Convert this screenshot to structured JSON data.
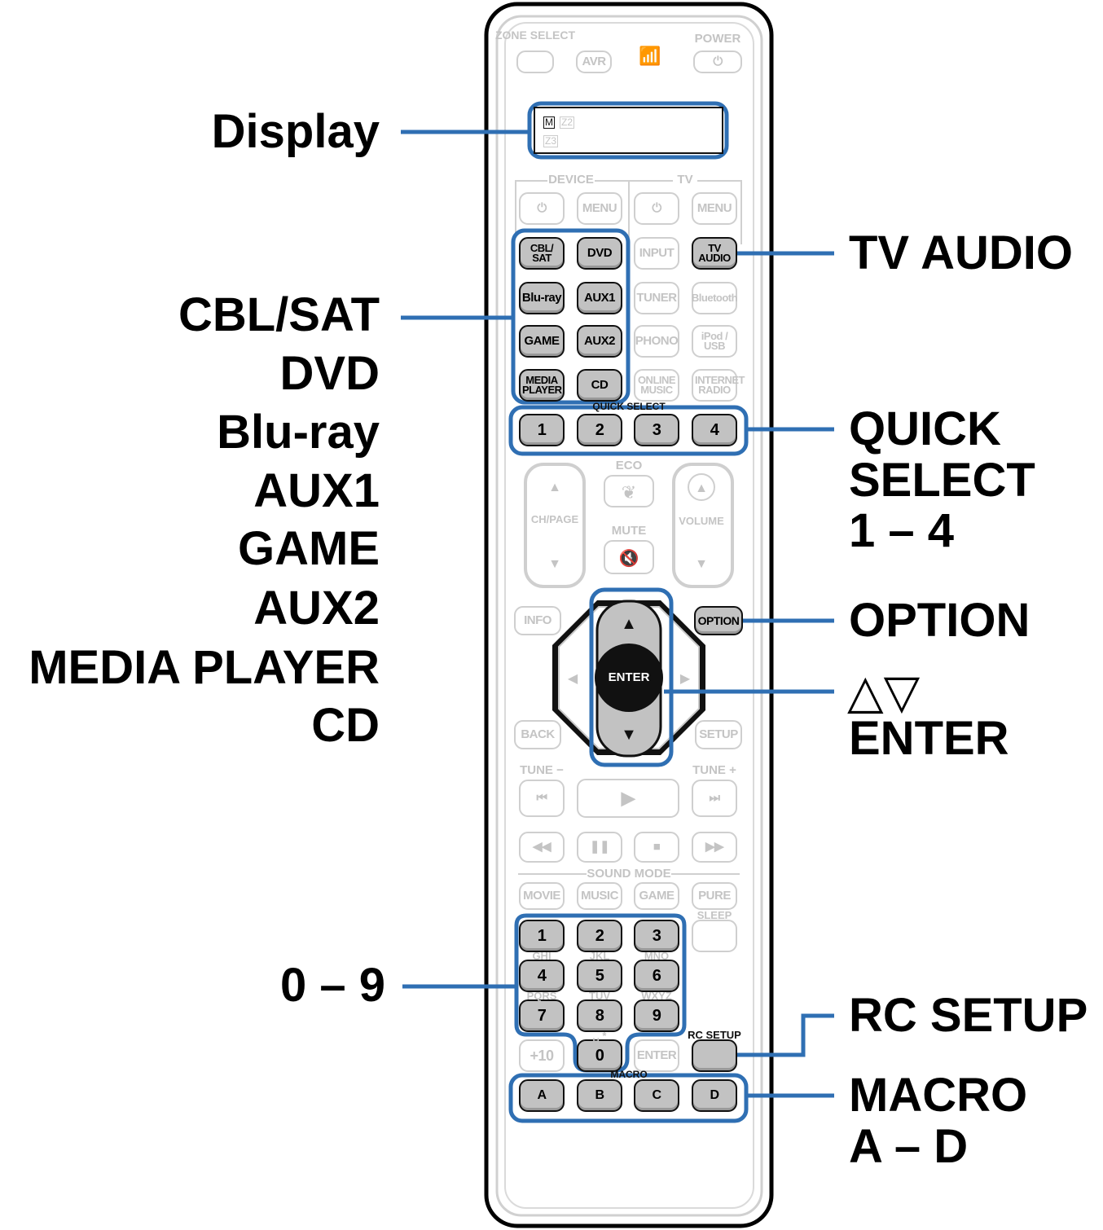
{
  "callouts": {
    "display": "Display",
    "inputs_left": [
      "CBL/SAT",
      "DVD",
      "Blu-ray",
      "AUX1",
      "GAME",
      "AUX2",
      "MEDIA PLAYER",
      "CD"
    ],
    "numbers": "0 – 9",
    "tv_audio": "TV AUDIO",
    "quick_select": [
      "QUICK",
      "SELECT",
      "1 – 4"
    ],
    "option": "OPTION",
    "cursor": "△▽",
    "enter": "ENTER",
    "rc_setup": "RC SETUP",
    "macro": [
      "MACRO",
      "A – D"
    ]
  },
  "remote": {
    "top": {
      "zone_select": "ZONE SELECT",
      "avr": "AVR",
      "power": "POWER",
      "power_icon": "power-icon",
      "signal_icon": "wifi-signal-icon"
    },
    "display": {
      "main": "M",
      "z2": "Z2",
      "z3": "Z3"
    },
    "sections": {
      "device": "DEVICE",
      "tv": "TV",
      "quick_select": "QUICK SELECT",
      "eco": "ECO",
      "mute": "MUTE",
      "sound_mode": "SOUND MODE",
      "macro": "MACRO",
      "tune_minus": "TUNE −",
      "tune_plus": "TUNE +",
      "sleep": "SLEEP",
      "rc_setup": "RC SETUP"
    },
    "device_row": [
      "⏻",
      "MENU",
      "⏻",
      "MENU"
    ],
    "input_rows": [
      [
        "CBL/ SAT",
        "DVD",
        "INPUT",
        "TV AUDIO"
      ],
      [
        "Blu-ray",
        "AUX1",
        "TUNER",
        "Bluetooth"
      ],
      [
        "GAME",
        "AUX2",
        "PHONO",
        "iPod / USB"
      ],
      [
        "MEDIA PLAYER",
        "CD",
        "ONLINE MUSIC",
        "INTERNET RADIO"
      ]
    ],
    "quick": [
      "1",
      "2",
      "3",
      "4"
    ],
    "rockers": {
      "ch_page": "CH/PAGE",
      "volume": "VOLUME"
    },
    "nav": {
      "info": "INFO",
      "option": "OPTION",
      "back": "BACK",
      "setup": "SETUP",
      "enter": "ENTER"
    },
    "transport": [
      "⏮",
      "▶",
      "⏭",
      "◀◀",
      "❚❚",
      "■",
      "▶▶"
    ],
    "sound_modes": [
      "MOVIE",
      "MUSIC",
      "GAME",
      "PURE"
    ],
    "keypad": [
      "1",
      "2",
      "3",
      "4",
      "5",
      "6",
      "7",
      "8",
      "9",
      "0"
    ],
    "keypad_letters": [
      "GHI",
      "JKL",
      "MNO",
      "PQRS",
      "TUV",
      "WXYZ",
      "␣ *"
    ],
    "plus10": "+10",
    "enter2": "ENTER",
    "macros": [
      "A",
      "B",
      "C",
      "D"
    ]
  },
  "colors": {
    "highlight": "#2f6fb3",
    "dark_button": "#c2c2c2",
    "outline": "#111111",
    "faded": "#c8c8c8"
  }
}
